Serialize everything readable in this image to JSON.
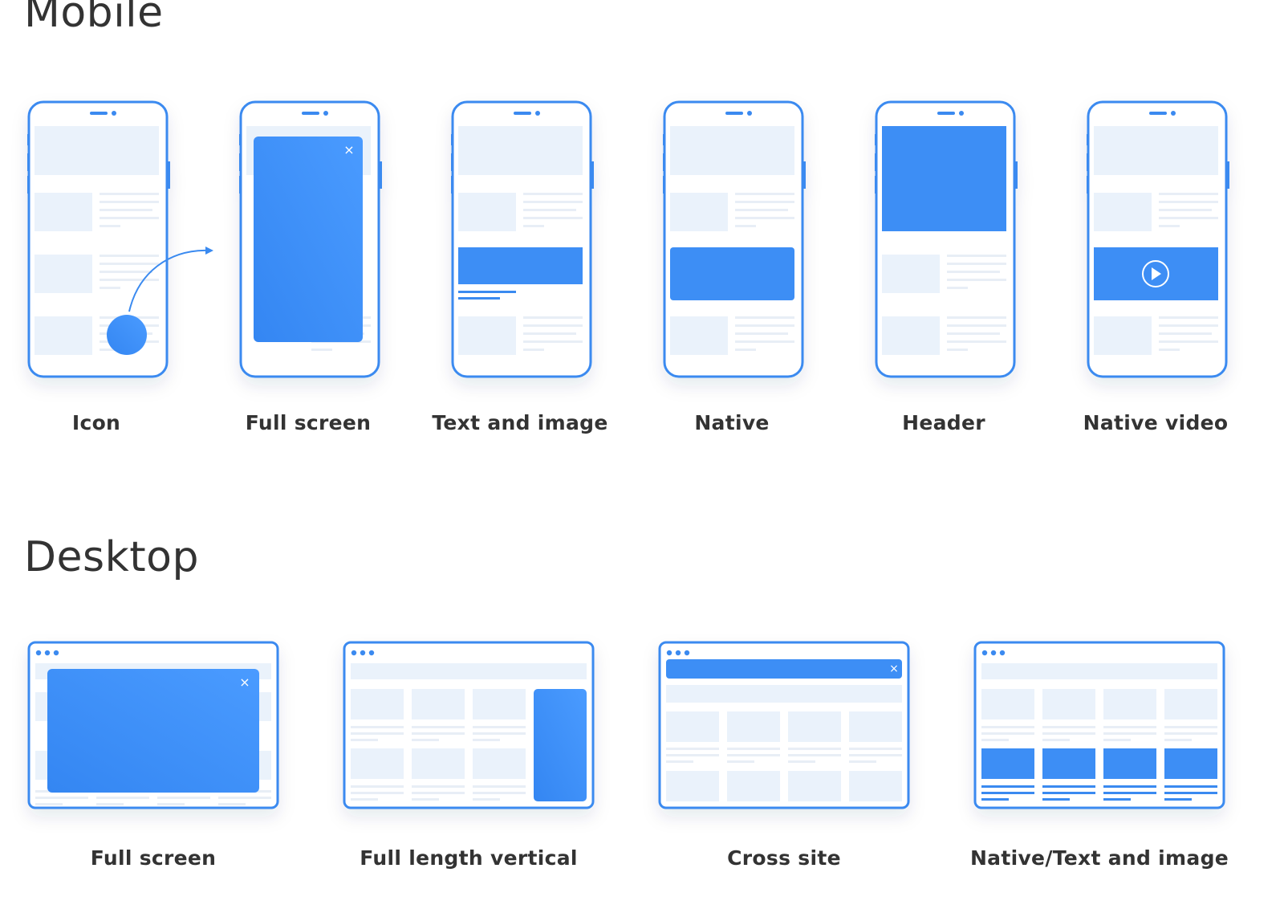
{
  "sections": {
    "mobile": {
      "title": "Mobile",
      "items": [
        {
          "label": "Icon"
        },
        {
          "label": "Full screen"
        },
        {
          "label": "Text and image"
        },
        {
          "label": "Native"
        },
        {
          "label": "Header"
        },
        {
          "label": "Native video"
        }
      ]
    },
    "desktop": {
      "title": "Desktop",
      "items": [
        {
          "label": "Full screen"
        },
        {
          "label": "Full length vertical"
        },
        {
          "label": "Cross site"
        },
        {
          "label": "Native/Text and image"
        }
      ]
    }
  },
  "icons": {
    "close": "×",
    "play": "play-icon",
    "arrow": "curved-arrow-icon"
  },
  "colors": {
    "accent": "#3d8ef5",
    "frame": "#3a8af0",
    "placeholder": "#eaf2fb",
    "line": "#e9eff7",
    "title": "#333333"
  }
}
